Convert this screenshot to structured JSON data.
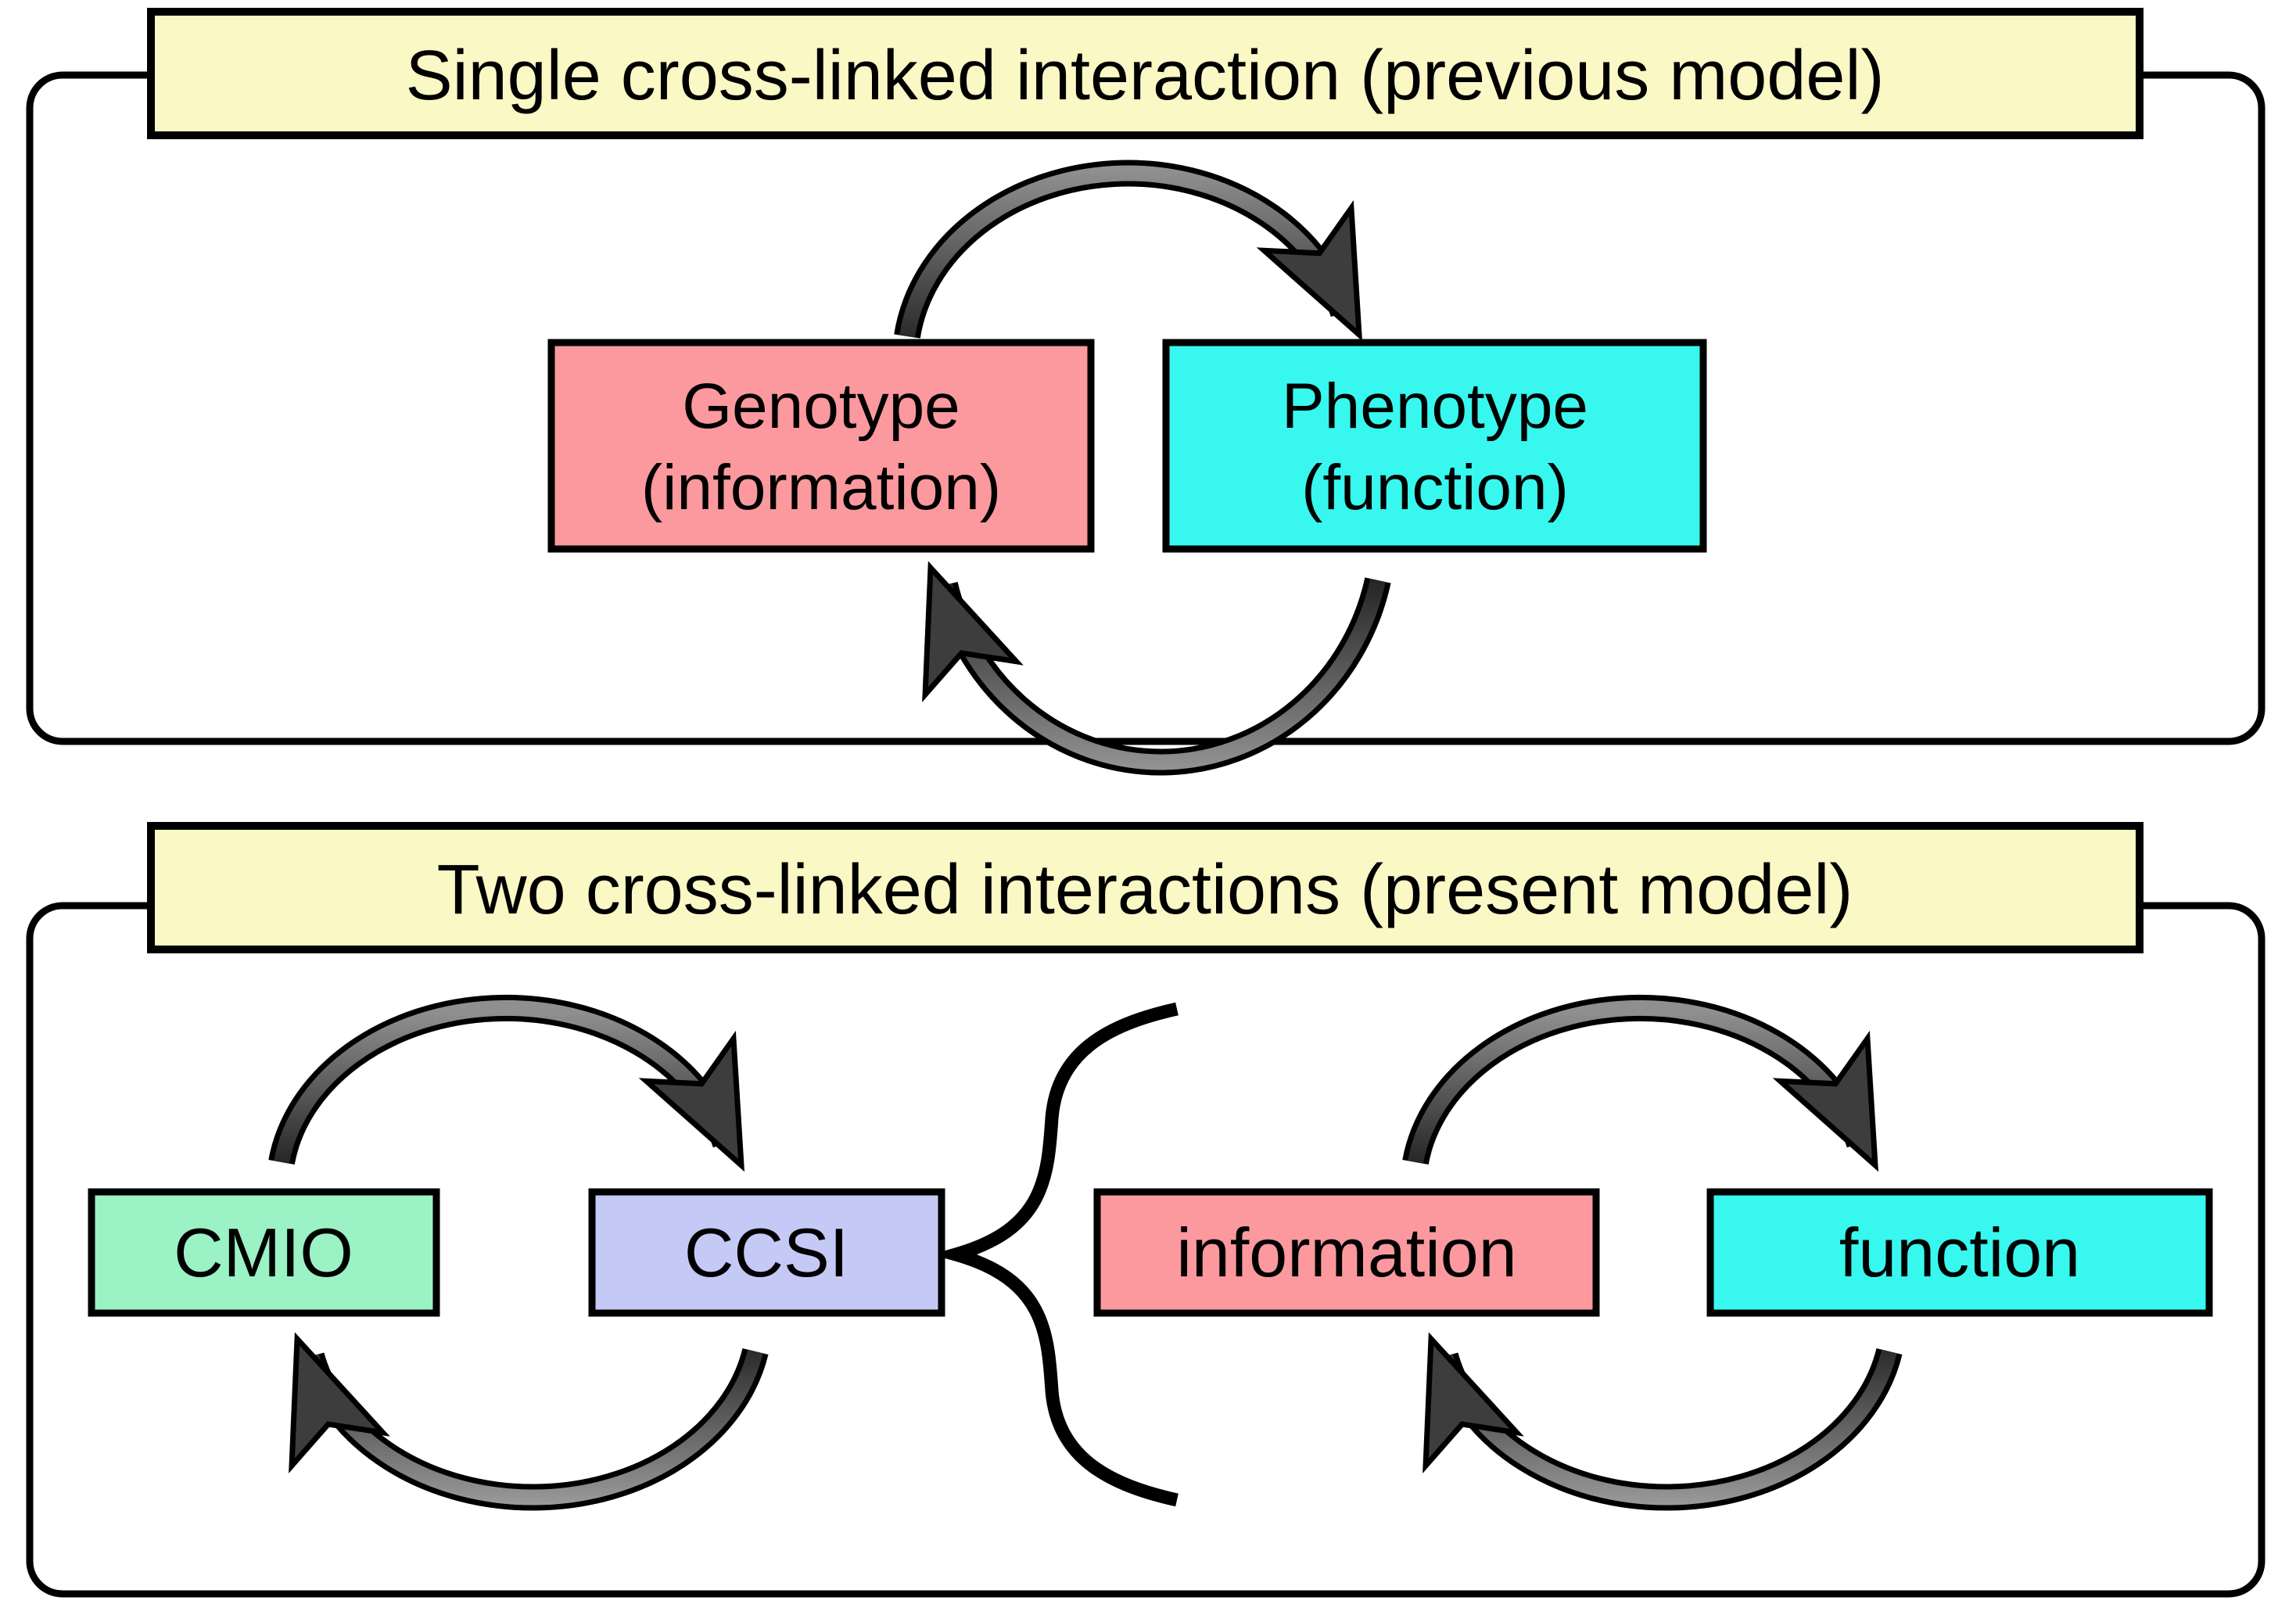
{
  "figure": {
    "background": "#ffffff",
    "outline_color": "#000000",
    "arrow_body_color": "#4a4a4a",
    "title_bar_color": "#FAF8C5"
  },
  "panel_previous": {
    "title": "Single cross-linked interaction (previous model)",
    "title_bg": "#FAF8C5",
    "genotype": {
      "line1": "Genotype",
      "line2": "(information)",
      "fill": "#FB999E"
    },
    "phenotype": {
      "line1": "Phenotype",
      "line2": "(function)",
      "fill": "#38F7EF"
    }
  },
  "panel_present": {
    "title": "Two cross-linked interactions (present model)",
    "title_bg": "#FAF8C5",
    "cmio": {
      "label": "CMIO",
      "fill": "#9AF2C5"
    },
    "ccsi": {
      "label": "CCSI",
      "fill": "#C5C9F5"
    },
    "information": {
      "label": "information",
      "fill": "#FB999E"
    },
    "function": {
      "label": "function",
      "fill": "#38F7EF"
    }
  }
}
